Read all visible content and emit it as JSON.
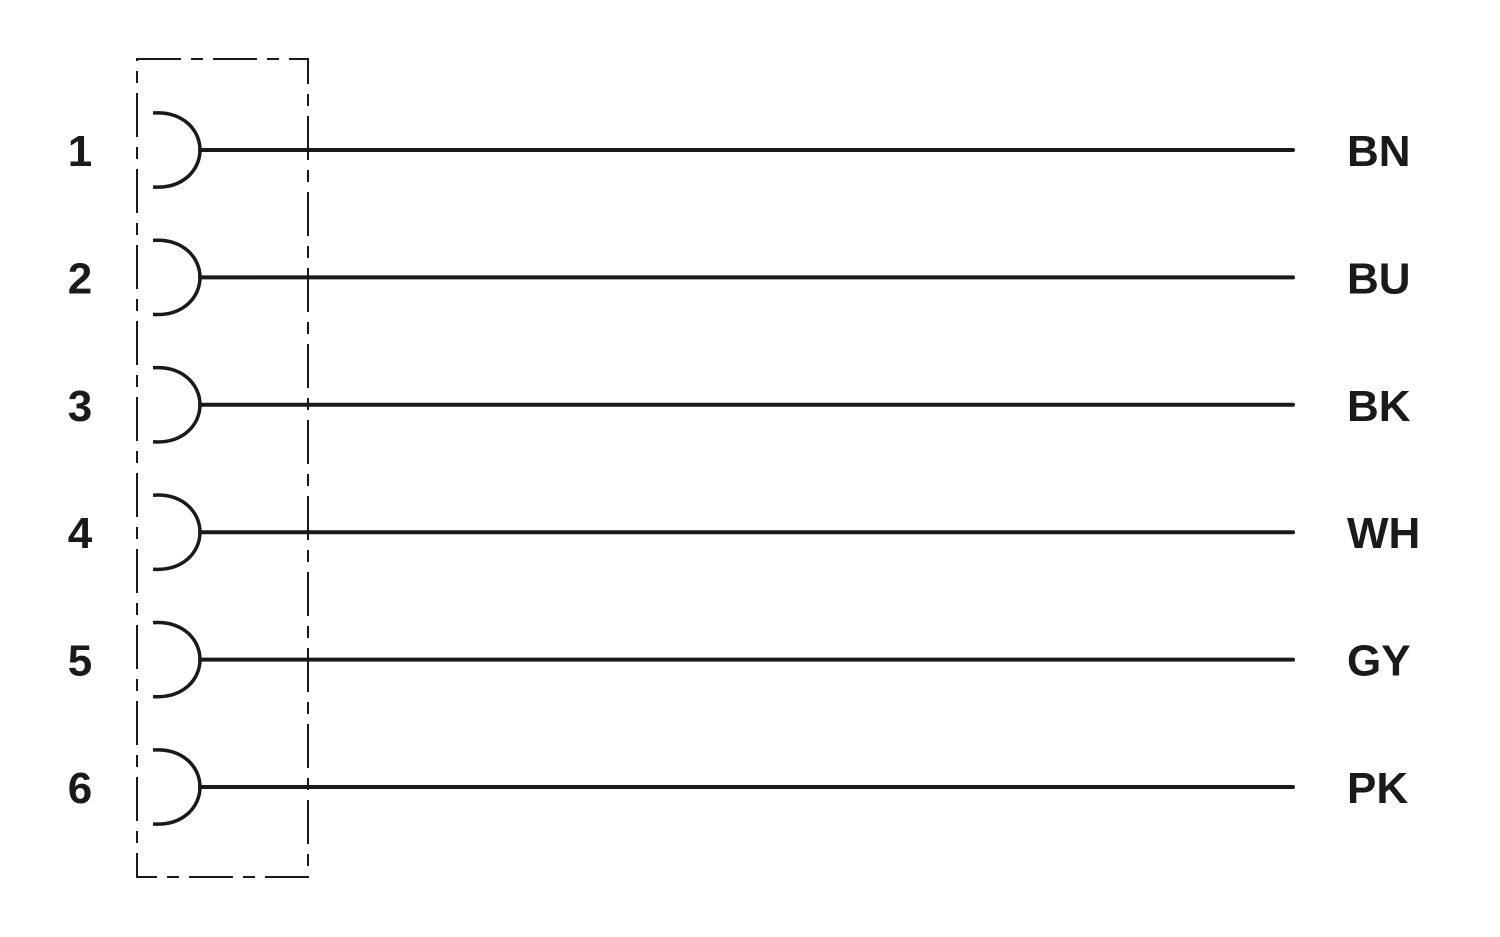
{
  "connector": {
    "pins": [
      {
        "number": "1",
        "color": "BN"
      },
      {
        "number": "2",
        "color": "BU"
      },
      {
        "number": "3",
        "color": "BK"
      },
      {
        "number": "4",
        "color": "WH"
      },
      {
        "number": "5",
        "color": "GY"
      },
      {
        "number": "6",
        "color": "PK"
      }
    ]
  },
  "colors": {
    "line": "#1a1a1a",
    "background": "#ffffff"
  }
}
